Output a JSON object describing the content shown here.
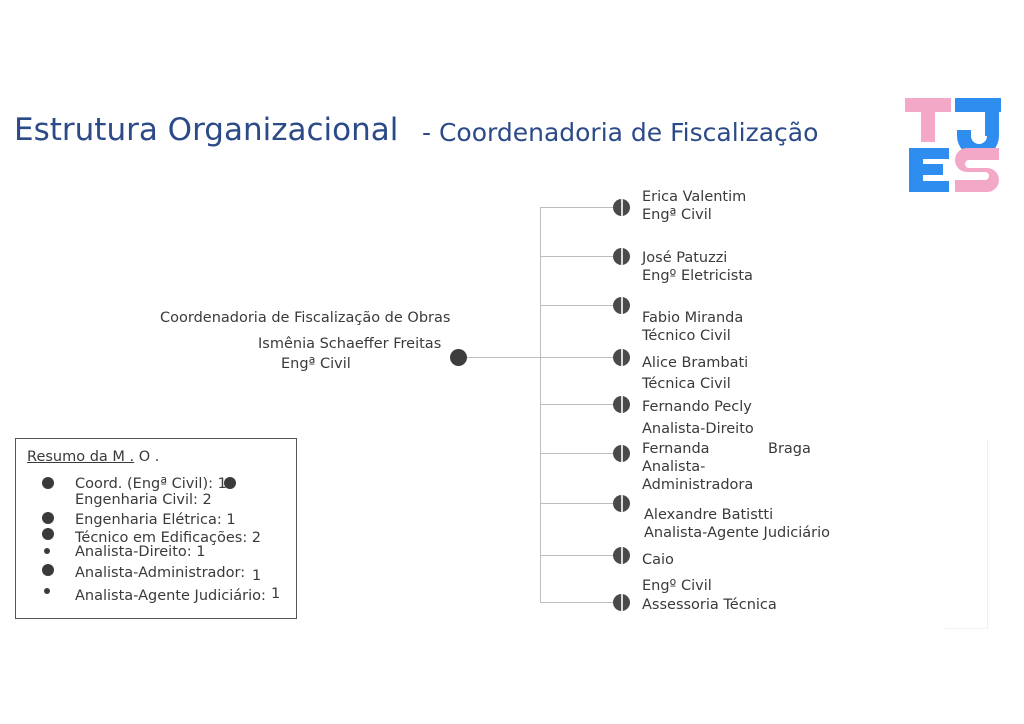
{
  "title": {
    "main": "Estrutura Organizacional",
    "sub": "- Coordenadoria de Fiscalização"
  },
  "logo": {
    "text_top": "TJ",
    "text_bottom": "ES",
    "color_pink": "#f4a8c8",
    "color_blue": "#2f8df0"
  },
  "root": {
    "unit": "Coordenadoria de Fiscalização de Obras",
    "name": "Ismênia Schaeffer Freitas",
    "role": "Engª Civil"
  },
  "children": [
    {
      "line1": "Erica Valentim",
      "line2": "Engª Civil"
    },
    {
      "line1": "José Patuzzi",
      "line2": "Engº Eletricista"
    },
    {
      "line1": "Fabio Miranda",
      "line2": "Técnico Civil"
    },
    {
      "line1": "Alice Brambati",
      "line2": "Técnica Civil"
    },
    {
      "line1": "Fernando Pecly",
      "line2": "Analista-Direito"
    },
    {
      "line1": "Fernanda",
      "line1b": "Braga",
      "line2": "Analista-",
      "line3": "Administradora"
    },
    {
      "line1": "Alexandre Batistti",
      "line2": "Analista-Agente Judiciário"
    },
    {
      "line1": "Caio",
      "line2": "Engº Civil"
    },
    {
      "line1": "Assessoria Técnica"
    }
  ],
  "legend": {
    "title_a": "R",
    "title_b": "esumo da ",
    "title_c": "M .",
    "title_d": " O .",
    "items": [
      {
        "label": "Coord. (Engª Civil): 1"
      },
      {
        "label": "Engenharia Civil: 2"
      },
      {
        "label": "Engenharia Elétrica: 1"
      },
      {
        "label": "Técnico em Edificações: 2"
      },
      {
        "label": "Analista-Direito: 1"
      },
      {
        "label": "Analista-Administrador:",
        "count": "1"
      },
      {
        "label": "Analista-Agente Judiciário:",
        "count": "1"
      }
    ]
  }
}
